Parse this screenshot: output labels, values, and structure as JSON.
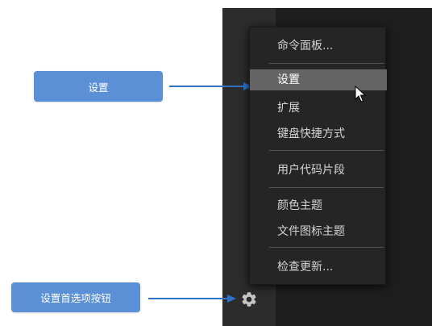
{
  "callouts": {
    "settings": "设置",
    "settings_button": "设置首选项按钮"
  },
  "menu": {
    "items": [
      {
        "label": "命令面板..."
      },
      {
        "label": "设置"
      },
      {
        "label": "扩展"
      },
      {
        "label": "键盘快捷方式"
      },
      {
        "label": "用户代码片段"
      },
      {
        "label": "颜色主题"
      },
      {
        "label": "文件图标主题"
      },
      {
        "label": "检查更新..."
      }
    ]
  },
  "icons": {
    "gear": "gear-icon",
    "cursor": "mouse-pointer-icon"
  },
  "colors": {
    "callout_bg": "#5b8fd6",
    "arrow": "#2f72c4",
    "menu_bg": "#252526",
    "menu_hover": "#646464",
    "activity_bar": "#2c2c2c",
    "editor_bg": "#1e1e1e"
  }
}
